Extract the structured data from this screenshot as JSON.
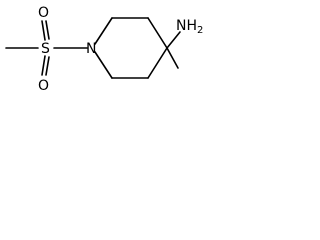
{
  "molecule": {
    "atoms": {
      "n_amine": "NH2",
      "n_ring": "N",
      "s": "S",
      "o_top": "O",
      "o_bottom": "O"
    },
    "colors": {
      "bond": "#000000",
      "label": "#000000",
      "background": "#ffffff"
    }
  }
}
